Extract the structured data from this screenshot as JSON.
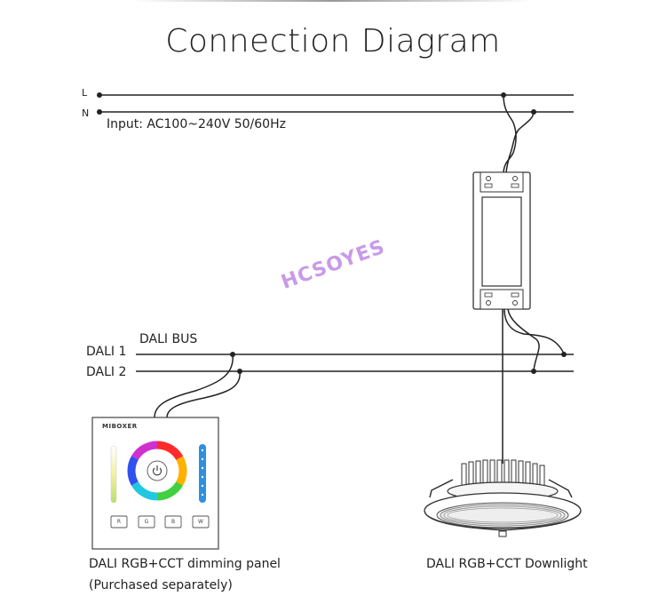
{
  "title": "Connection Diagram",
  "power": {
    "line_l": "L",
    "line_n": "N",
    "input_label": "Input: AC100~240V  50/60Hz"
  },
  "bus": {
    "bus_label": "DALI BUS",
    "dali1": "DALI 1",
    "dali2": "DALI 2"
  },
  "panel": {
    "brand": "MIBOXER",
    "buttons": [
      "R",
      "G",
      "B",
      "W"
    ],
    "caption_line1": "DALI RGB+CCT dimming panel",
    "caption_line2": "(Purchased separately)"
  },
  "downlight": {
    "caption": "DALI RGB+CCT Downlight"
  },
  "watermark": "HCSOYES",
  "colors": {
    "line": "#222222",
    "watermark": "#c89ae8",
    "slider_blue": "#2f8fe0"
  }
}
